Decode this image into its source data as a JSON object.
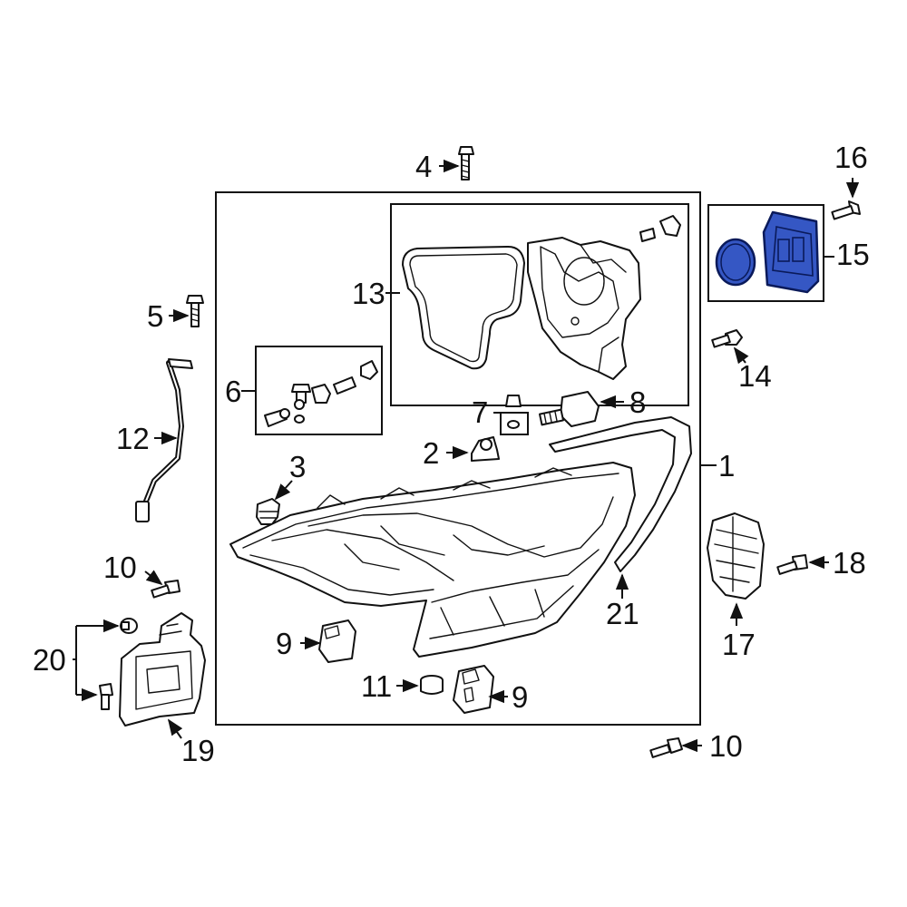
{
  "callouts": {
    "c1": "1",
    "c2": "2",
    "c3": "3",
    "c4": "4",
    "c5": "5",
    "c6": "6",
    "c7": "7",
    "c8": "8",
    "c9a": "9",
    "c9b": "9",
    "c10a": "10",
    "c10b": "10",
    "c11": "11",
    "c12": "12",
    "c13": "13",
    "c14": "14",
    "c15": "15",
    "c16": "16",
    "c17": "17",
    "c18": "18",
    "c19": "19",
    "c20": "20",
    "c21": "21"
  },
  "colors": {
    "line": "#111111",
    "highlight_fill": "#3557c4",
    "highlight_stroke": "#0a1a5a",
    "background": "#ffffff"
  },
  "highlighted_part": "15"
}
